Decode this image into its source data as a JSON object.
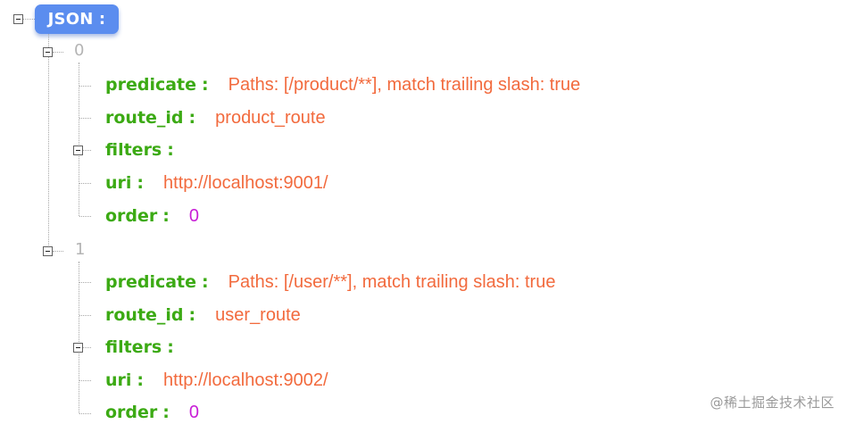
{
  "root": {
    "label": "JSON :"
  },
  "items": [
    {
      "index": "0",
      "predicate": {
        "key": "predicate",
        "value": "Paths: [/product/**], match trailing slash: true"
      },
      "route_id": {
        "key": "route_id",
        "value": "product_route"
      },
      "filters": {
        "key": "filters"
      },
      "uri": {
        "key": "uri",
        "value": "http://localhost:9001/"
      },
      "order": {
        "key": "order",
        "value": "0"
      }
    },
    {
      "index": "1",
      "predicate": {
        "key": "predicate",
        "value": "Paths: [/user/**], match trailing slash: true"
      },
      "route_id": {
        "key": "route_id",
        "value": "user_route"
      },
      "filters": {
        "key": "filters"
      },
      "uri": {
        "key": "uri",
        "value": "http://localhost:9002/"
      },
      "order": {
        "key": "order",
        "value": "0"
      }
    }
  ],
  "separator": ":",
  "watermark": "@稀土掘金技术社区",
  "colors": {
    "badge": "#5b8def",
    "key": "#3caa14",
    "string": "#f26a3d",
    "number": "#c81ed6",
    "index": "#b4b4b4"
  }
}
